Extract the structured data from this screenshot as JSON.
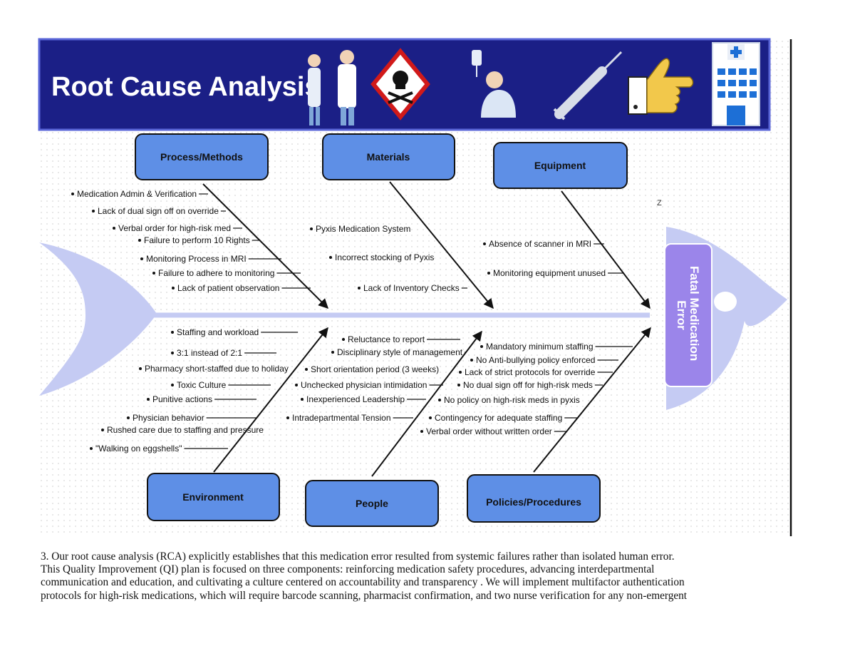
{
  "banner": {
    "title": "Root Cause Analysis",
    "colors": {
      "banner_bg": "#1b1f86",
      "box_fill": "#5e8fe6",
      "effect_fill": "#9b85ea",
      "fish": "#c5cbf3"
    }
  },
  "effect": {
    "label_line1": "Fatal Medication",
    "label_line2": "Error"
  },
  "categories": [
    {
      "id": "process",
      "label": "Process/Methods"
    },
    {
      "id": "materials",
      "label": "Materials"
    },
    {
      "id": "equipment",
      "label": "Equipment"
    },
    {
      "id": "environment",
      "label": "Environment"
    },
    {
      "id": "people",
      "label": "People"
    },
    {
      "id": "policies",
      "label": "Policies/Procedures"
    }
  ],
  "causes": {
    "process": [
      "Medication Admin & Verification",
      "Lack of dual sign off on override",
      "Verbal order for high-risk med",
      "Failure to perform 10 Rights",
      "Monitoring Process in MRI",
      "Failure to adhere to monitoring",
      "Lack of patient observation"
    ],
    "materials": [
      "Pyxis Medication System",
      "Incorrect stocking of Pyxis",
      "Lack of Inventory Checks"
    ],
    "equipment": [
      "Absence of scanner in MRI",
      "Monitoring equipment unused"
    ],
    "environment": [
      "Staffing and workload",
      "3:1 instead of 2:1",
      "Pharmacy short-staffed due to holiday",
      "Toxic Culture",
      "Punitive actions",
      "Physician behavior",
      "Rushed care due to staffing and pressure",
      "\"Walking on eggshells\""
    ],
    "people": [
      "Reluctance to report",
      "Disciplinary style of management",
      "Short orientation period (3 weeks)",
      "Unchecked physician intimidation",
      "Inexperienced Leadership",
      "Intradepartmental Tension"
    ],
    "policies": [
      "Mandatory minimum staffing",
      "No Anti-bullying policy enforced",
      "Lack of strict protocols for override",
      "No dual sign off for high-risk meds",
      "No policy on high-risk meds in pyxis",
      "Contingency for adequate staffing",
      "Verbal order without written order"
    ]
  },
  "stray_mark": "Z",
  "paragraph": [
    "3. Our root cause analysis (RCA) explicitly establishes that this medication error resulted from systemic failures rather than isolated human error.",
    "This Quality Improvement (QI) plan is focused on three components: reinforcing medication safety procedures, advancing interdepartmental",
    "communication and education, and cultivating a culture centered on accountability and transparency . We will implement multifactor authentication",
    "protocols for high-risk medications, which will require barcode scanning, pharmacist confirmation, and two nurse verification for any non-emergent"
  ],
  "icons": [
    "doctors-icon",
    "skull-hazard-icon",
    "nurse-iv-icon",
    "syringe-icon",
    "pointing-hand-icon",
    "hospital-icon"
  ]
}
